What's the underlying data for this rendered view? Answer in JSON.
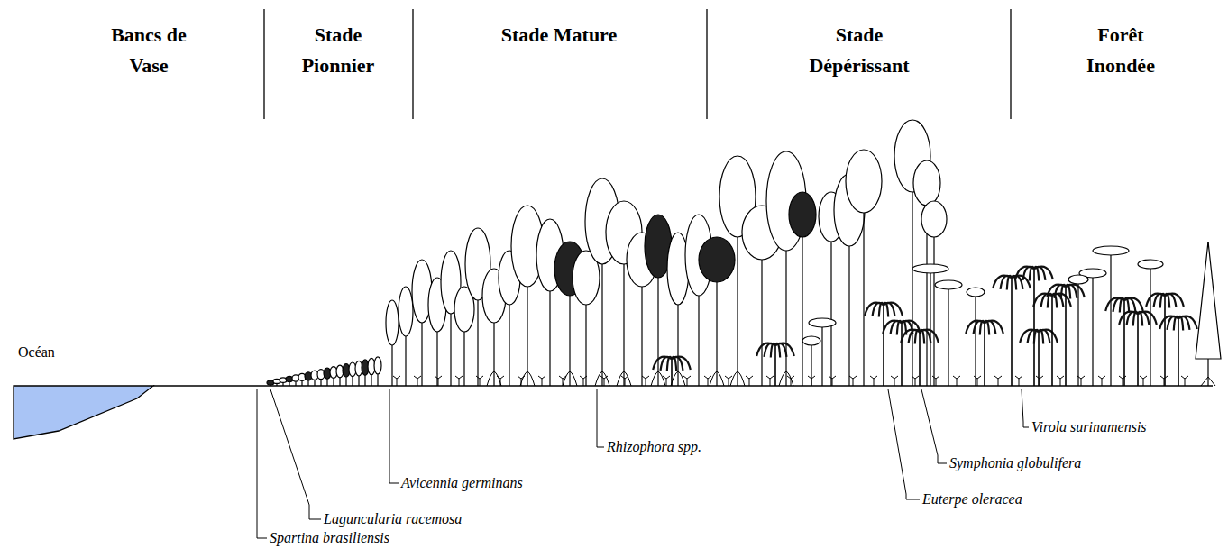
{
  "diagram": {
    "labels": [
      "Bancs de Vase",
      "Stade Pionnier",
      "Stade Mature",
      "Stade Dépérissant",
      "Forêt Inondée",
      "Océan",
      "Rhizophora spp.",
      "Avicennia germinans",
      "Laguncularia racemosa",
      "Spartina brasiliensis",
      "Virola surinamensis",
      "Symphonia globulifera",
      "Euterpe oleracea"
    ]
  }
}
